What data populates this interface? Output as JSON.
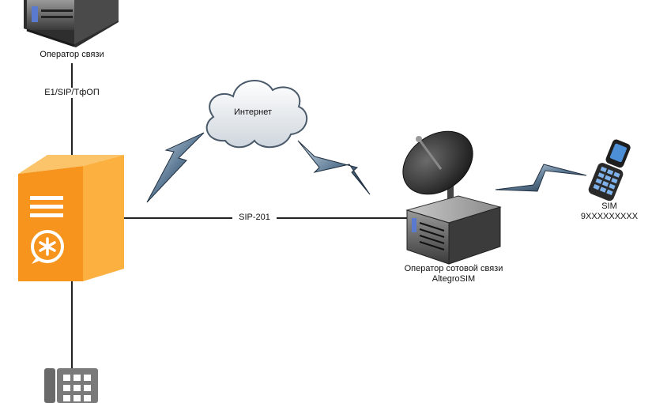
{
  "operator": {
    "label": "Оператор связи"
  },
  "trunk": {
    "label": "E1/SIP/ТфОП"
  },
  "internet": {
    "label": "Интернет"
  },
  "sip_link": {
    "label": "SIP-201"
  },
  "mobile_operator": {
    "label_line1": "Оператор сотовой связи",
    "label_line2": "AltegroSIM"
  },
  "sim": {
    "label_line1": "SIM",
    "label_line2": "9XXXXXXXXX"
  },
  "icons": {
    "operator": "server-icon",
    "pbx": "asterisk-pbx-icon",
    "cloud": "cloud-icon",
    "dish": "satellite-dish-icon",
    "phone": "mobile-phone-icon",
    "desk_phone": "desk-phone-icon"
  },
  "colors": {
    "pbx_orange": "#f7941d",
    "pbx_light": "#fbb040",
    "line": "#222222",
    "bolt": "#2c3e50"
  }
}
